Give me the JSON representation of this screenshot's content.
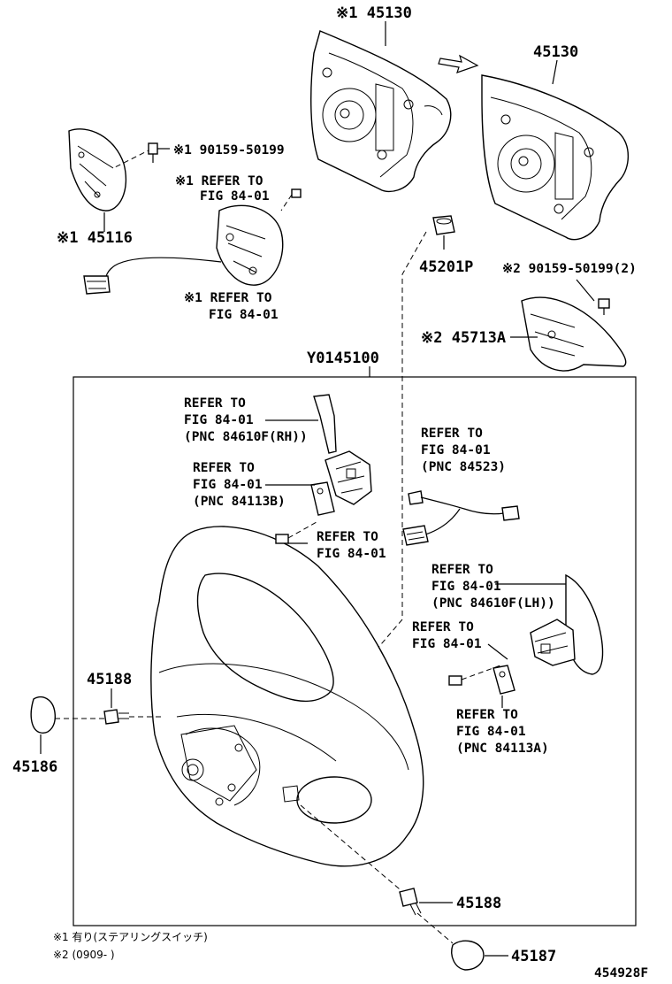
{
  "labels": {
    "pad_upper_left": "※1 45130",
    "pad_upper_right": "45130",
    "bolt_upper": "※1 90159-50199",
    "cover_left": "※1 45116",
    "refer_a_1": "※1 REFER TO",
    "refer_a_2": "FIG 84-01",
    "refer_b_1": "※1 REFER TO",
    "refer_b_2": "FIG 84-01",
    "nut": "45201P",
    "bolt_right": "※2 90159-50199(2)",
    "cover_right": "※2 45713A",
    "assembly": "Y0145100",
    "refer_c_1": "REFER TO",
    "refer_c_2": "FIG 84-01",
    "refer_c_3": "(PNC 84610F(RH))",
    "refer_d_1": "REFER TO",
    "refer_d_2": "FIG 84-01",
    "refer_d_3": "(PNC 84523)",
    "refer_e_1": "REFER TO",
    "refer_e_2": "FIG 84-01",
    "refer_e_3": "(PNC 84113B)",
    "refer_f_1": "REFER TO",
    "refer_f_2": "FIG 84-01",
    "refer_g_1": "REFER TO",
    "refer_g_2": "FIG 84-01",
    "refer_g_3": "(PNC 84610F(LH))",
    "refer_h_1": "REFER TO",
    "refer_h_2": "FIG 84-01",
    "refer_i_1": "REFER TO",
    "refer_i_2": "FIG 84-01",
    "refer_i_3": "(PNC 84113A)",
    "screw_left": "45188",
    "cap_left": "45186",
    "screw_bottom": "45188",
    "cap_bottom": "45187",
    "note_1": "※1 有り(ステアリングスイッチ)",
    "note_2": "※2 (0909-        )",
    "figure_id": "454928F"
  }
}
